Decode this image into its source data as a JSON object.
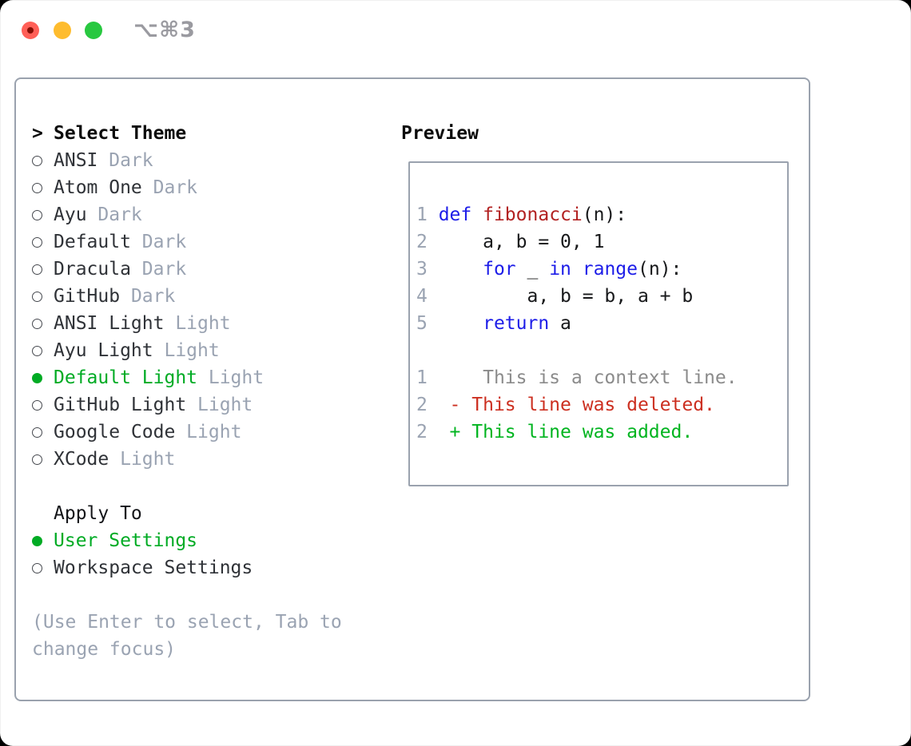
{
  "window": {
    "title_shortcut": "⌥⌘3"
  },
  "colors": {
    "accent_green": "#00ab24",
    "name_dark": "#2f3237",
    "variant_gray": "#9aa3b2",
    "hint_gray": "#9aa3b2",
    "lineno": "#9aa3b2",
    "keyword": "#1d1de8",
    "function": "#b22222",
    "plain": "#17181a",
    "context": "#8b8b8b",
    "deleted": "#cc2f20",
    "added": "#00b41f",
    "traffic_red": "#ff5f57",
    "traffic_yellow": "#febc2e",
    "traffic_green": "#28c840",
    "box_border": "#9aa2ae"
  },
  "left_panel": {
    "header": {
      "prompt": ">",
      "label": "Select Theme"
    },
    "themes": [
      {
        "name": "ANSI",
        "variant": "Dark",
        "selected": false
      },
      {
        "name": "Atom One",
        "variant": "Dark",
        "selected": false
      },
      {
        "name": "Ayu",
        "variant": "Dark",
        "selected": false
      },
      {
        "name": "Default",
        "variant": "Dark",
        "selected": false
      },
      {
        "name": "Dracula",
        "variant": "Dark",
        "selected": false
      },
      {
        "name": "GitHub",
        "variant": "Dark",
        "selected": false
      },
      {
        "name": "ANSI Light",
        "variant": "Light",
        "selected": false
      },
      {
        "name": "Ayu Light",
        "variant": "Light",
        "selected": false
      },
      {
        "name": "Default Light",
        "variant": "Light",
        "selected": true
      },
      {
        "name": "GitHub Light",
        "variant": "Light",
        "selected": false
      },
      {
        "name": "Google Code",
        "variant": "Light",
        "selected": false
      },
      {
        "name": "XCode",
        "variant": "Light",
        "selected": false
      }
    ],
    "apply_to": {
      "label": "Apply To",
      "options": [
        {
          "name": "User Settings",
          "selected": true
        },
        {
          "name": "Workspace Settings",
          "selected": false
        }
      ]
    },
    "hint_lines": [
      "(Use Enter to select, Tab to",
      "change focus)"
    ]
  },
  "preview": {
    "label": "Preview",
    "lines": [
      {
        "segments": [
          [
            "1 ",
            "lineno"
          ],
          [
            "def",
            "keyword"
          ],
          [
            " ",
            "plain"
          ],
          [
            "fibonacci",
            "function"
          ],
          [
            "(n):",
            "plain"
          ]
        ]
      },
      {
        "segments": [
          [
            "2 ",
            "lineno"
          ],
          [
            "    a, b = 0, 1",
            "plain"
          ]
        ]
      },
      {
        "segments": [
          [
            "3 ",
            "lineno"
          ],
          [
            "    ",
            "plain"
          ],
          [
            "for",
            "keyword"
          ],
          [
            " _ ",
            "plain"
          ],
          [
            "in",
            "keyword"
          ],
          [
            " ",
            "plain"
          ],
          [
            "range",
            "keyword"
          ],
          [
            "(n):",
            "plain"
          ]
        ]
      },
      {
        "segments": [
          [
            "4 ",
            "lineno"
          ],
          [
            "        a, b = b, a + b",
            "plain"
          ]
        ]
      },
      {
        "segments": [
          [
            "5 ",
            "lineno"
          ],
          [
            "    ",
            "plain"
          ],
          [
            "return",
            "keyword"
          ],
          [
            " a",
            "plain"
          ]
        ]
      },
      {
        "segments": []
      },
      {
        "segments": [
          [
            "1 ",
            "lineno"
          ],
          [
            "    This is a context line.",
            "context"
          ]
        ]
      },
      {
        "segments": [
          [
            "2 ",
            "lineno"
          ],
          [
            " - This line was deleted.",
            "deleted"
          ]
        ]
      },
      {
        "segments": [
          [
            "2 ",
            "lineno"
          ],
          [
            " + This line was added.",
            "added"
          ]
        ]
      }
    ]
  }
}
